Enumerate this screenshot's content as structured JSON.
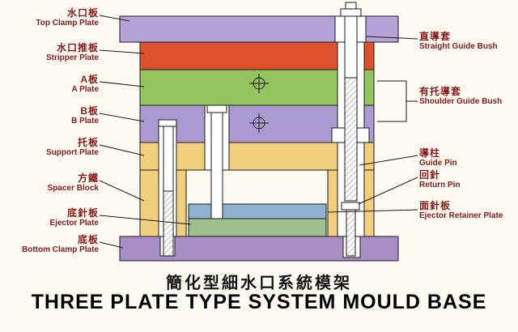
{
  "title": {
    "chinese": "簡化型細水口系統模架",
    "english": "THREE PLATE TYPE SYSTEM MOULD BASE"
  },
  "left_labels": [
    {
      "zh": "水口板",
      "en": "Top Clamp Plate"
    },
    {
      "zh": "水口推板",
      "en": "Stripper Plate"
    },
    {
      "zh": "A板",
      "en": "A Plate"
    },
    {
      "zh": "B板",
      "en": "B Plate"
    },
    {
      "zh": "托板",
      "en": "Support Plate"
    },
    {
      "zh": "方鐵",
      "en": "Spacer Block"
    },
    {
      "zh": "底針板",
      "en": "Ejector Plate"
    },
    {
      "zh": "底板",
      "en": "Bottom Clamp Plate"
    }
  ],
  "right_labels": [
    {
      "zh": "直導套",
      "en": "Straight Guide Bush"
    },
    {
      "zh": "有托導套",
      "en": "Shoulder Guide Bush"
    },
    {
      "zh": "導柱",
      "en": "Guide Pin"
    },
    {
      "zh": "回針",
      "en": "Return Pin"
    },
    {
      "zh": "面針板",
      "en": "Ejector Retainer Plate"
    }
  ],
  "colors": {
    "background": "#fcfaf1",
    "label_text": "#8a1a1a",
    "top_clamp_plate": "#b5a2d8",
    "stripper_plate": "#e0512d",
    "a_plate": "#93c45d",
    "b_plate": "#ab9ad2",
    "support_plate": "#f2cf7d",
    "spacer_block": "#f2cf7d",
    "ejector_retainer_plate": "#8fb2cd",
    "ejector_plate": "#9fbf8f",
    "bottom_clamp_plate": "#a78fc6"
  }
}
